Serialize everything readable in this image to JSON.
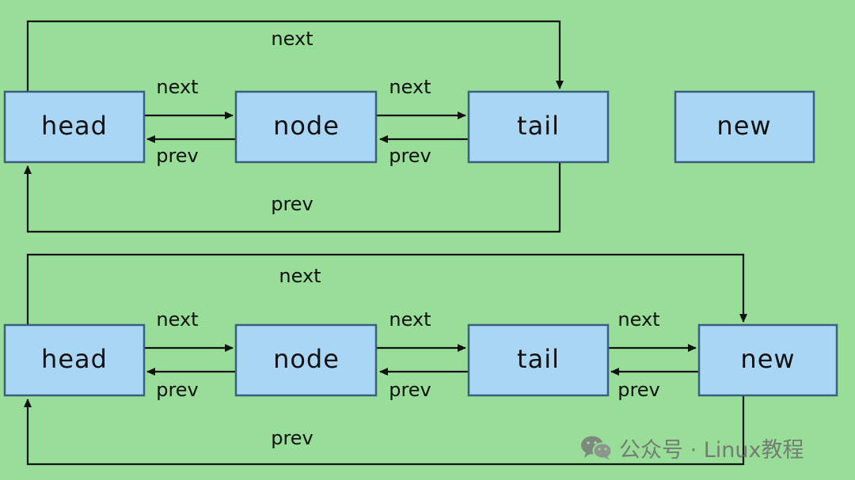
{
  "diagrams": [
    {
      "nodes": [
        "head",
        "node",
        "tail",
        "new"
      ],
      "labels": {
        "top_next": "next",
        "bottom_prev": "prev",
        "link1_next": "next",
        "link1_prev": "prev",
        "link2_next": "next",
        "link2_prev": "prev"
      }
    },
    {
      "nodes": [
        "head",
        "node",
        "tail",
        "new"
      ],
      "labels": {
        "top_next": "next",
        "bottom_prev": "prev",
        "link1_next": "next",
        "link1_prev": "prev",
        "link2_next": "next",
        "link2_prev": "prev",
        "link3_next": "next",
        "link3_prev": "prev"
      }
    }
  ],
  "watermark": {
    "icon": "wechat-icon",
    "text": "公众号 · Linux教程"
  },
  "colors": {
    "background": "#98de98",
    "node_fill": "#a9d6f5",
    "node_stroke": "#3b5f80"
  }
}
